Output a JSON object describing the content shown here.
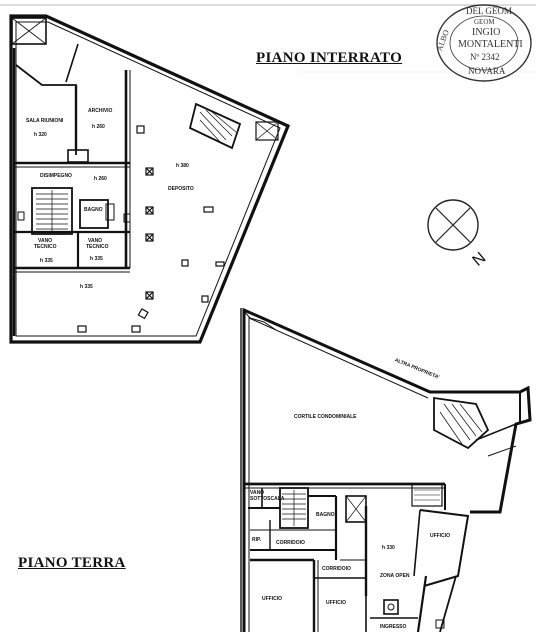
{
  "titles": {
    "basement": "PIANO INTERRATO",
    "ground": "PIANO TERRA"
  },
  "stamp": {
    "top": "DEL GEOM",
    "left": "ALBO",
    "line1": "GEOM",
    "line2": "INGIO",
    "line3": "MONTALENTI",
    "line4": "Nº 2342",
    "bottom": "NOVARA"
  },
  "basement_rooms": {
    "sala_riunioni": "SALA RIUNIONI",
    "sala_h": "h 320",
    "archivio": "ARCHIVIO",
    "archivio_h": "h 260",
    "disimpegno": "DISIMPEGNO",
    "disimpegno_h": "h 260",
    "bagno": "BAGNO",
    "vano_tecnico_1a": "VANO",
    "vano_tecnico_1b": "TECNICO",
    "vano_tecnico_1_h": "h 335",
    "vano_tecnico_2a": "VANO",
    "vano_tecnico_2b": "TECNICO",
    "vano_tecnico_2_h": "h 335",
    "deposito": "DEPOSITO",
    "deposito_h": "h 380",
    "bottom_h": "h 335"
  },
  "ground_rooms": {
    "altra_proprieta": "ALTRA PROPRIETA'",
    "cortile": "CORTILE CONDOMINIALE",
    "vano_sottoscala_a": "VANO",
    "vano_sottoscala_b": "SOTTOSCALA",
    "bagno": "BAGNO",
    "rip": "RIP.",
    "corridoio": "CORRIDOIO",
    "ufficio_right": "UFFICIO",
    "h_330": "h 330",
    "zona_open": "ZONA OPEN",
    "corridoio_2": "CORRIDOIO",
    "ufficio_left": "UFFICIO",
    "ufficio_mid": "UFFICIO",
    "ingresso": "INGRESSO"
  },
  "north": "N"
}
